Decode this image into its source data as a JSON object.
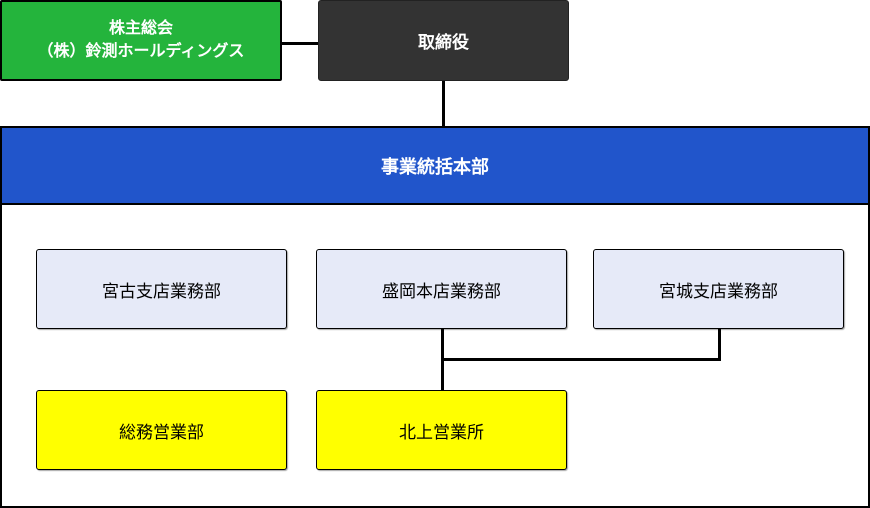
{
  "org_chart": {
    "nodes": {
      "shareholders": {
        "id": "shareholders",
        "line1": "株主総会",
        "line2": "（株）鈴測ホールディングス",
        "bg": "#24B43C",
        "text_color": "#FFFFFF"
      },
      "directors": {
        "id": "directors",
        "label": "取締役",
        "bg": "#333333",
        "text_color": "#FFFFFF"
      },
      "headquarters": {
        "id": "headquarters",
        "label": "事業統括本部",
        "bg": "#2155CB",
        "text_color": "#FFFFFF"
      },
      "departments": [
        {
          "id": "miyako-dept",
          "label": "宮古支店業務部",
          "bg": "#E6EAF8"
        },
        {
          "id": "morioka-dept",
          "label": "盛岡本店業務部",
          "bg": "#E6EAF8"
        },
        {
          "id": "miyagi-dept",
          "label": "宮城支店業務部",
          "bg": "#E6EAF8"
        }
      ],
      "offices": [
        {
          "id": "somu-office",
          "label": "総務営業部",
          "bg": "#FFFF00"
        },
        {
          "id": "kitakami-office",
          "label": "北上営業所",
          "bg": "#FFFF00"
        }
      ]
    },
    "edges": [
      {
        "from": "shareholders",
        "to": "directors"
      },
      {
        "from": "directors",
        "to": "headquarters"
      },
      {
        "from": "morioka-dept",
        "to": "kitakami-office"
      },
      {
        "from": "miyagi-dept",
        "to": "kitakami-office"
      }
    ],
    "line_color": "#000000"
  }
}
